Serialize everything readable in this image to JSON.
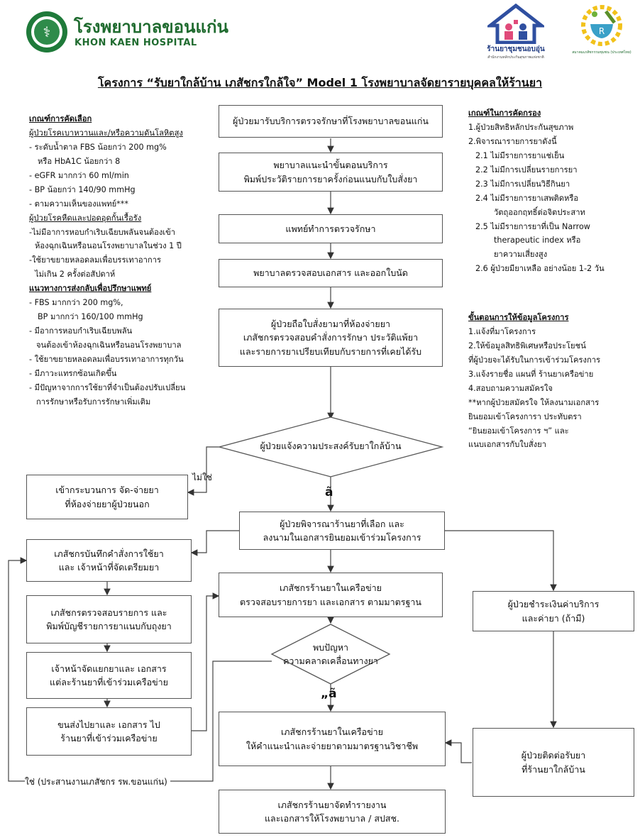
{
  "header": {
    "hospital_name_th": "โรงพยาบาลขอนแก่น",
    "hospital_name_en": "KHON KAEN HOSPITAL",
    "logo1_caption": "ร้านยาชุมชนอบอุ่น",
    "logo1_subcaption": "สำนักงานหลักประกันสุขภาพแห่งชาติ",
    "logo2_subcaption": "สมาคมเภสัชกรรมชุมชน (ประเทศไทย)"
  },
  "title": "โครงการ “รับยาใกล้บ้าน เภสัชกรใกล้ใจ” Model 1 โรงพยาบาลจัดยารายบุคคลให้ร้านยา",
  "left_panel": {
    "criteria_heading": "เกณฑ์การคัดเลือก",
    "group1_heading": "ผู้ป่วยโรคเบาหวานและ/หรือความดันโลหิตสูง",
    "group1_items": [
      "- ระดับน้ำตาล FBS น้อยกว่า 200 mg%",
      "  หรือ HbA1C น้อยกว่า 8",
      "- eGFR มากกว่า 60 ml/min",
      "- BP น้อยกว่า 140/90 mmHg",
      "- ตามความเห็นของแพทย์***"
    ],
    "group2_heading": "ผู้ป่วยโรคหืดและปอดอุดกั้นเรื้อรัง",
    "group2_items": [
      "-ไม่มีอาการหอบกำเริบเฉียบพลันจนต้องเข้า",
      "  ห้องฉุกเฉินหรือนอนโรงพยาบาลในช่วง 1 ปี",
      "-ใช้ยาขยายหลอดลมเพื่อบรรเทาอาการ",
      "  ไม่เกิน 2 ครั้งต่อสัปดาห์"
    ],
    "referral_heading": "แนวทางการส่งกลับเพื่อปรึกษาแพทย์",
    "referral_items": [
      "- FBS มากกว่า 200 mg%,",
      "   BP มากกว่า 160/100 mmHg",
      "- มีอาการหอบกำเริบเฉียบพลัน",
      "  จนต้องเข้าห้องฉุกเฉินหรือนอนโรงพยาบาล",
      "- ใช้ยาขยายหลอดลมเพื่อบรรเทาอาการทุกวัน",
      "- มีภาวะแทรกซ้อนเกิดขึ้น",
      "- มีปัญหาจากการใช้ยาที่จำเป็นต้องปรับเปลี่ยน",
      "  การรักษาหรือรับการรักษาเพิ่มเติม"
    ]
  },
  "right_panel": {
    "screening_heading": "เกณฑ์ในการคัดกรอง",
    "screening_items": [
      "1.ผู้ป่วยสิทธิหลักประกันสุขภาพ",
      "2.พิจารณารายการยาดังนี้",
      "  2.1 ไม่มีรายการยาแช่เย็น",
      "  2.2 ไม่มีการเปลี่ยนรายการยา",
      "  2.3 ไม่มีการเปลี่ยนวิธีกินยา",
      "  2.4 ไม่มีรายการยาเสพติดหรือ",
      "        วัตถุออกฤทธิ์ต่อจิตประสาท",
      "  2.5 ไม่มีรายการยาที่เป็น Narrow",
      "        therapeutic index หรือ",
      "        ยาความเสี่ยงสูง",
      "  2.6 ผู้ป่วยมียาเหลือ อย่างน้อย 1-2 วัน"
    ],
    "info_heading": "ขั้นตอนการให้ข้อมูลโครงการ",
    "info_items": [
      "1.แจ้งที่มาโครงการ",
      "2.ให้ข้อมูลสิทธิพิเศษหรือประโยชน์",
      "ที่ผู้ป่วยจะได้รับในการเข้าร่วมโครงการ",
      "3.แจ้งรายชื่อ แผนที่ ร้านยาเครือข่าย",
      "4.สอบถามความสมัครใจ",
      "**หากผู้ป่วยสมัครใจ ให้ลงนามเอกสาร",
      "ยินยอมเข้าโครงการา ประทับตรา",
      "“ยินยอมเข้าโครงการ ฯ” และ",
      "แนบเอกสารกับใบสั่งยา"
    ]
  },
  "flow": {
    "step1": [
      "ผู้ป่วยมารับบริการตรวจรักษาที่โรงพยาบาลขอนแก่น"
    ],
    "step2": [
      "พยาบาลแนะนำขั้นตอนบริการ",
      "พิมพ์ประวัติรายการยาครั้งก่อนแนบกับใบสั่งยา"
    ],
    "step3": [
      "แพทย์ทำการตรวจรักษา"
    ],
    "step4": [
      "พยาบาลตรวจสอบเอกสาร และออกใบนัด"
    ],
    "step5": [
      "ผู้ป่วยถือใบสั่งยามาที่ห้องจ่ายยา",
      "เภสัชกรตรวจสอบคำสั่งการรักษา ประวัติแพ้ยา",
      "และรายการยาเปรียบเทียบกับรายการที่เคยได้รับ"
    ],
    "decision1": [
      "ผู้ป่วยแจ้งความประสงค์รับยาใกล้บ้าน"
    ],
    "no_label": "ไม่ใช่",
    "yes_mark1": "ã",
    "no_box": [
      "เข้ากระบวนการ จัด-จ่ายยา",
      "ที่ห้องจ่ายยาผู้ป่วยนอก"
    ],
    "step6": [
      "ผู้ป่วยพิจารณาร้านยาที่เลือก และ",
      "ลงนามในเอกสารยินยอมเข้าร่วมโครงการ"
    ],
    "left1": [
      "เภสัชกรบันทึกคำสั่งการใช้ยา",
      "และ เจ้าหน้าที่จัดเตรียมยา"
    ],
    "left2": [
      "เภสัชกรตรวจสอบรายการ และ",
      "พิมพ์บัญชีรายการยาแนบกับถุงยา"
    ],
    "left3": [
      "เจ้าหน้าจัดแยกยาและ เอกสาร",
      "แต่ละร้านยาที่เข้าร่วมเครือข่าย"
    ],
    "left4": [
      "ขนส่งไปยาและ เอกสาร ไป",
      "ร้านยาที่เข้าร่วมเครือข่าย"
    ],
    "mid1": [
      "เภสัชกรร้านยาในเครือข่าย",
      "ตรวจสอบรายการยา และเอกสาร ตามมาตรฐาน"
    ],
    "decision2": [
      "พบปัญหา",
      "ความคลาดเคลื่อนทางยา"
    ],
    "no_mark2": "„ã",
    "mid2": [
      "เภสัชกรร้านยาในเครือข่าย",
      "ให้คำแนะนำและจ่ายยาตามมาตรฐานวิชาชีพ"
    ],
    "mid3": [
      "เภสัชกรร้านยาจัดทำรายงาน",
      "และเอกสารให้โรงพยาบาล / สปสช."
    ],
    "right1": [
      "ผู้ป่วยชำระเงินค่าบริการ",
      "และค่ายา (ถ้ามี)"
    ],
    "right2": [
      "ผู้ป่วยติดต่อรับยา",
      "ที่ร้านยาใกล้บ้าน"
    ],
    "yes_coord_label": "ใช่ (ประสานงานเภสัชกร รพ.ขอนแก่น)"
  }
}
